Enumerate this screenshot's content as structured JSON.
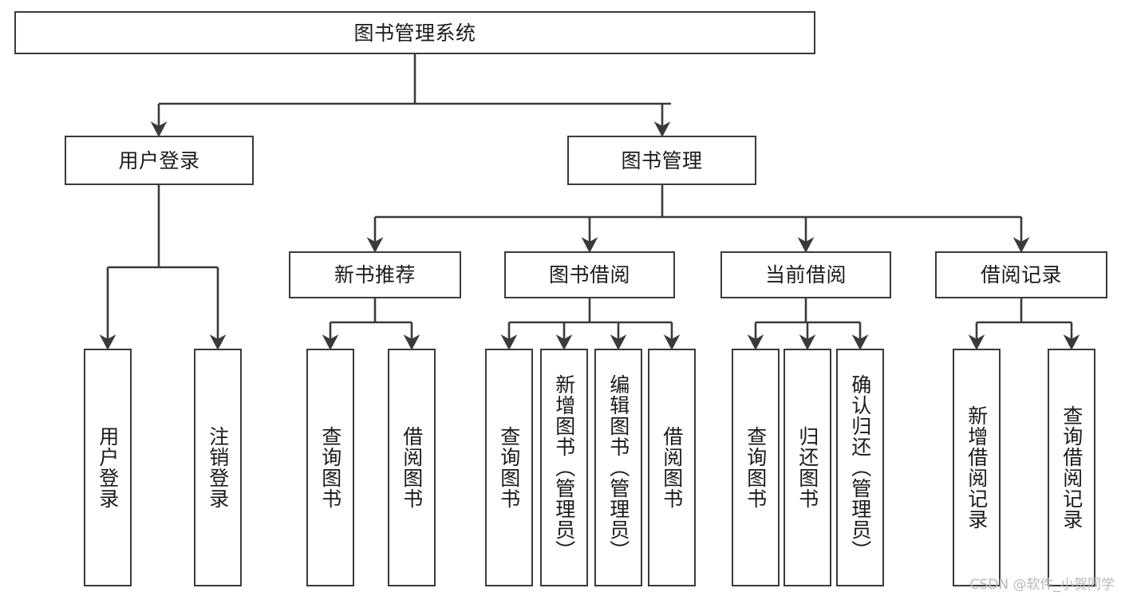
{
  "diagram": {
    "title": "图书管理系统",
    "type": "hierarchy-tree",
    "watermark": "CSDN @软件_小贺同学",
    "colors": {
      "stroke": "#3a3a3a",
      "fill": "#ffffff",
      "text": "#1a1a1a",
      "watermark": "#b9b9b9"
    },
    "levels": {
      "root": {
        "label": "图书管理系统"
      },
      "level2": [
        {
          "label": "用户登录"
        },
        {
          "label": "图书管理"
        }
      ],
      "level3": [
        {
          "label": "新书推荐"
        },
        {
          "label": "图书借阅"
        },
        {
          "label": "当前借阅"
        },
        {
          "label": "借阅记录"
        }
      ],
      "leaves": {
        "user_login": [
          {
            "label": "用户登录"
          },
          {
            "label": "注销登录"
          }
        ],
        "new_book": [
          {
            "label": "查询图书"
          },
          {
            "label": "借阅图书"
          }
        ],
        "book_borrow": [
          {
            "label": "查询图书"
          },
          {
            "label": "新增图书（管理员）"
          },
          {
            "label": "编辑图书（管理员）"
          },
          {
            "label": "借阅图书"
          }
        ],
        "current_borrow": [
          {
            "label": "查询图书"
          },
          {
            "label": "归还图书"
          },
          {
            "label": "确认归还（管理员）"
          }
        ],
        "borrow_record": [
          {
            "label": "新增借阅记录"
          },
          {
            "label": "查询借阅记录"
          }
        ]
      }
    }
  }
}
